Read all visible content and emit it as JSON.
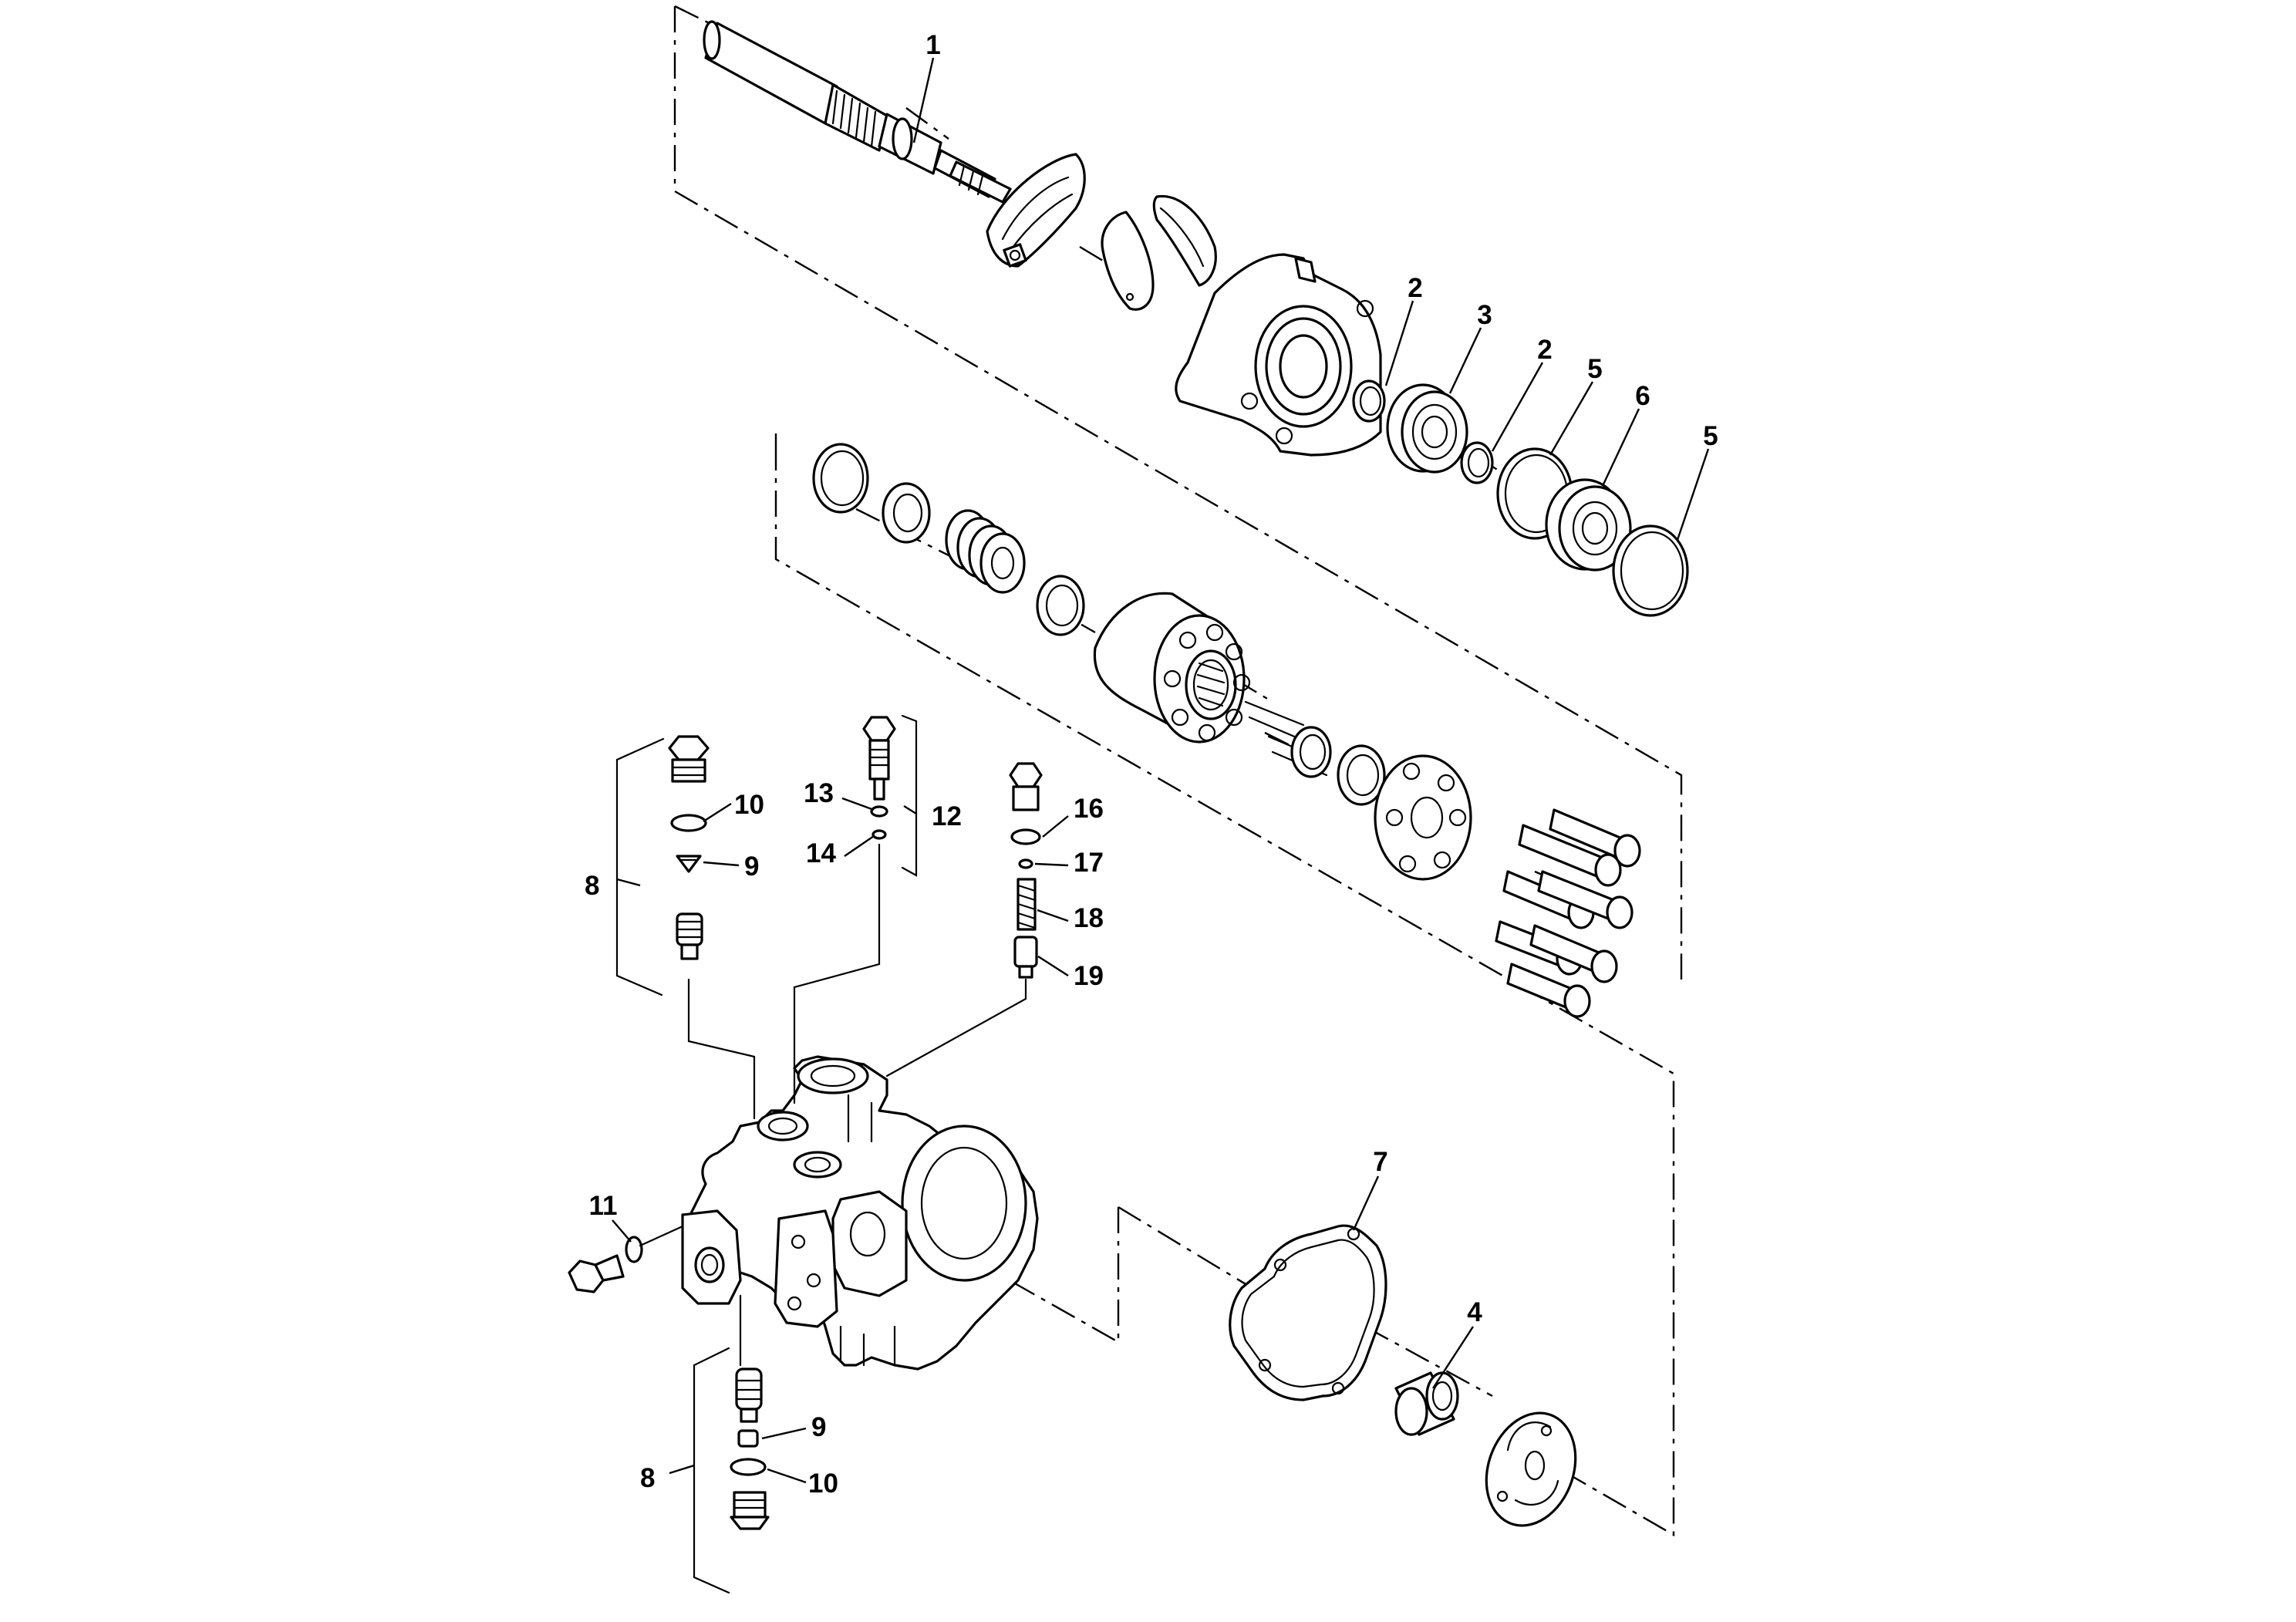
{
  "diagram": {
    "type": "exploded-parts-view",
    "callouts": [
      {
        "id": "c1",
        "text": "1"
      },
      {
        "id": "c2a",
        "text": "2"
      },
      {
        "id": "c3",
        "text": "3"
      },
      {
        "id": "c2b",
        "text": "2"
      },
      {
        "id": "c5a",
        "text": "5"
      },
      {
        "id": "c6",
        "text": "6"
      },
      {
        "id": "c5b",
        "text": "5"
      },
      {
        "id": "c10a",
        "text": "10"
      },
      {
        "id": "c9a",
        "text": "9"
      },
      {
        "id": "c8a",
        "text": "8"
      },
      {
        "id": "c13",
        "text": "13"
      },
      {
        "id": "c14",
        "text": "14"
      },
      {
        "id": "c12",
        "text": "12"
      },
      {
        "id": "c16",
        "text": "16"
      },
      {
        "id": "c17",
        "text": "17"
      },
      {
        "id": "c18",
        "text": "18"
      },
      {
        "id": "c19",
        "text": "19"
      },
      {
        "id": "c11",
        "text": "11"
      },
      {
        "id": "c7",
        "text": "7"
      },
      {
        "id": "c4",
        "text": "4"
      },
      {
        "id": "c9b",
        "text": "9"
      },
      {
        "id": "c8b",
        "text": "8"
      },
      {
        "id": "c10b",
        "text": "10"
      }
    ]
  }
}
